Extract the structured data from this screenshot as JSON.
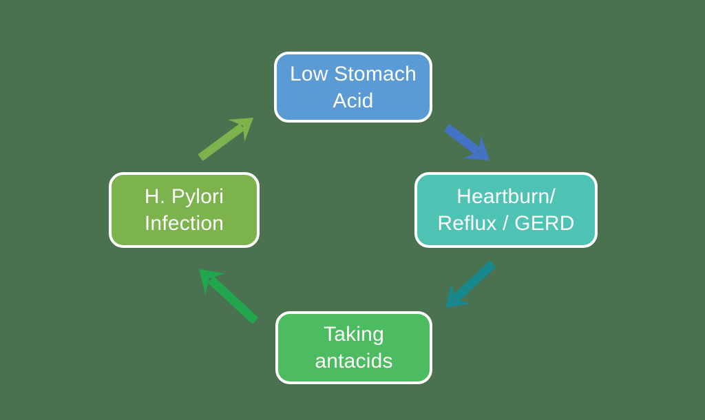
{
  "diagram": {
    "background_color": "#4A7150",
    "text_color": "#FFFFFF",
    "node_border_color": "#FFFFFF",
    "nodes": {
      "top": {
        "lines": [
          "Low Stomach",
          "Acid"
        ],
        "fill": "#5B9BD5"
      },
      "right": {
        "lines": [
          "Heartburn/",
          "Reflux / GERD"
        ],
        "fill": "#4EC3B4"
      },
      "bottom": {
        "lines": [
          "Taking",
          "antacids"
        ],
        "fill": "#4DBC60"
      },
      "left": {
        "lines": [
          "H. Pylori",
          "Infection"
        ],
        "fill": "#7CB34D"
      }
    },
    "arrows": {
      "top_to_right": {
        "color": "#4472C4",
        "direction": "down-right"
      },
      "right_to_bottom": {
        "color": "#17898C",
        "direction": "down-left"
      },
      "bottom_to_left": {
        "color": "#21A64D",
        "direction": "up-left"
      },
      "left_to_top": {
        "color": "#7CB34D",
        "direction": "up-right"
      }
    }
  }
}
